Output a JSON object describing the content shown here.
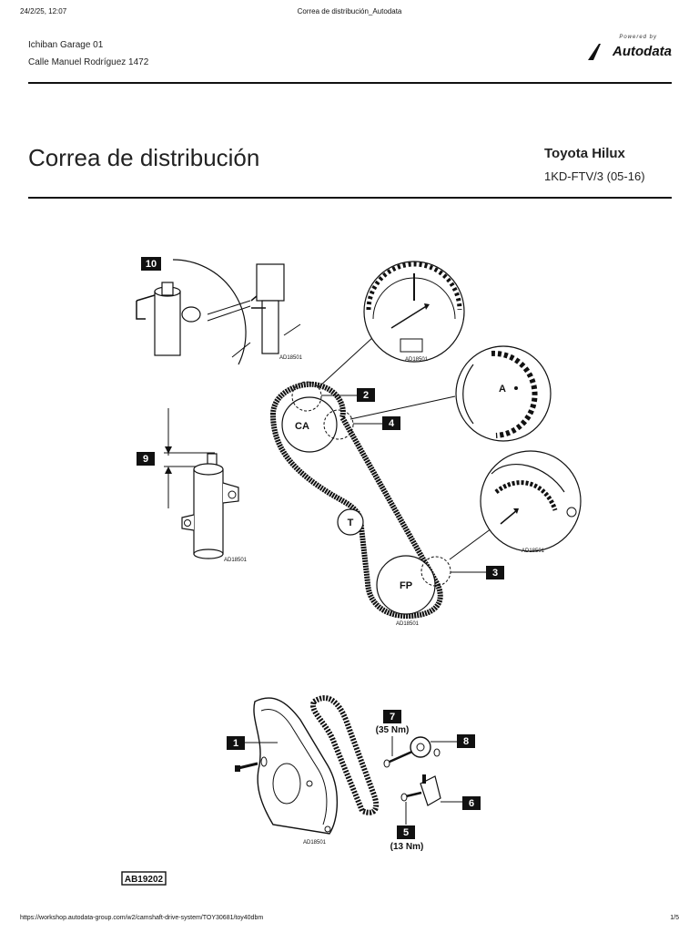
{
  "print_header": {
    "datetime": "24/2/25, 12:07",
    "doc_title": "Correa de distribución_Autodata"
  },
  "garage": {
    "name": "Ichiban Garage 01",
    "address": "Calle Manuel Rodríguez 1472"
  },
  "logo": {
    "powered_by": "Powered by",
    "brand": "Autodata"
  },
  "page": {
    "title": "Correa de distribución"
  },
  "vehicle": {
    "name": "Toyota Hilux",
    "engine": "1KD-FTV/3 (05-16)"
  },
  "figure1": {
    "callouts": [
      "10",
      "2",
      "4",
      "9",
      "3"
    ],
    "labels": {
      "ca": "CA",
      "t": "T",
      "fp": "FP",
      "a": "A"
    },
    "code": "AD18501"
  },
  "figure2": {
    "callouts": [
      "1",
      "7",
      "8",
      "6",
      "5"
    ],
    "torque_7": "(35 Nm)",
    "torque_5": "(13 Nm)",
    "code": "AD18501",
    "ref": "AB19202"
  },
  "print_footer": {
    "url": "https://workshop.autodata-group.com/w2/camshaft-drive-system/TOY30681/toy40dbm",
    "page": "1/5"
  }
}
